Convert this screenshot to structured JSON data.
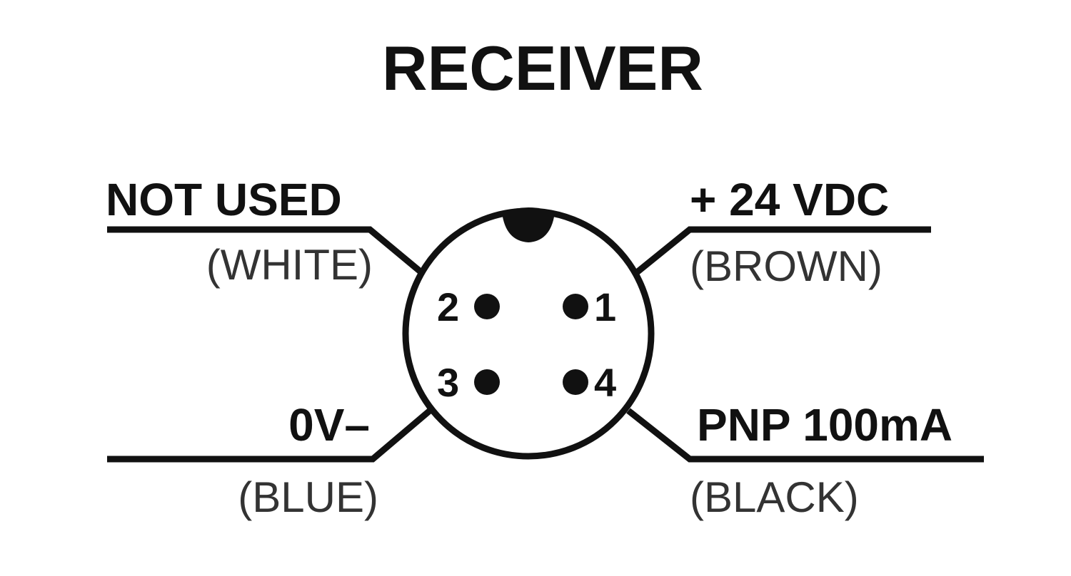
{
  "title": "RECEIVER",
  "colors": {
    "ink": "#111111",
    "background": "#ffffff"
  },
  "wires": [
    {
      "pin": "1",
      "function": "+ 24 VDC",
      "wire_color": "(BROWN)"
    },
    {
      "pin": "2",
      "function": "NOT USED",
      "wire_color": "(WHITE)"
    },
    {
      "pin": "3",
      "function": "0V–",
      "wire_color": "(BLUE)"
    },
    {
      "pin": "4",
      "function": "PNP 100mA",
      "wire_color": "(BLACK)"
    }
  ],
  "connector": {
    "pins": [
      "1",
      "2",
      "3",
      "4"
    ]
  }
}
